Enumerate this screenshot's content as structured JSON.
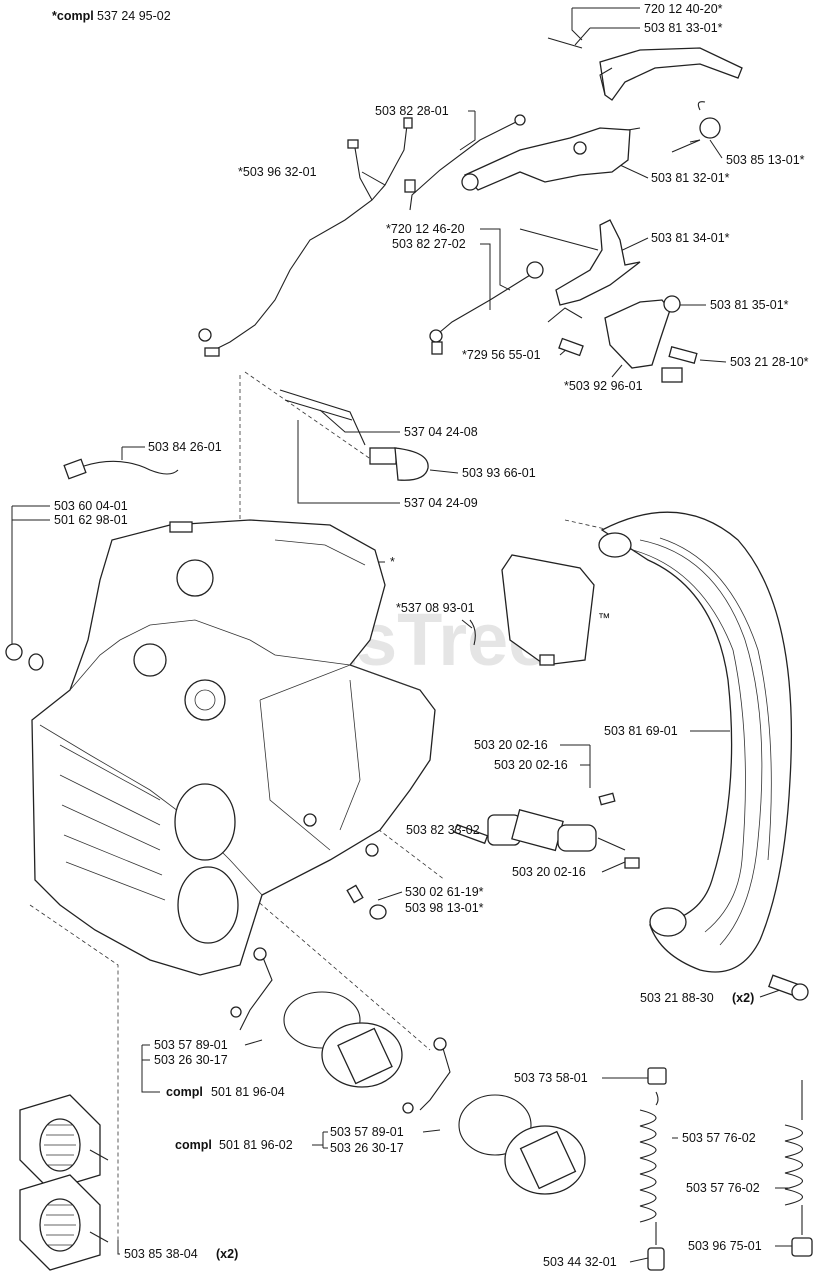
{
  "watermark": "PartsTree",
  "watermark_tm": "™",
  "labels": {
    "compl_top": "537 24 95-02",
    "compl_top_prefix": "*compl",
    "p720_12_40_20": "720 12 40-20*",
    "p503_81_33_01": "503 81 33-01*",
    "p503_82_28_01": "503 82 28-01",
    "p503_96_32_01": "*503 96 32-01",
    "p503_85_13_01": "503 85 13-01*",
    "p503_81_32_01": "503 81 32-01*",
    "p720_12_46_20": "*720 12 46-20",
    "p503_82_27_02": "503 82 27-02",
    "p503_81_34_01": "503 81 34-01*",
    "p503_81_35_01": "503 81 35-01*",
    "p729_56_55_01": "*729 56 55-01",
    "p503_21_28_10": "503 21 28-10*",
    "p503_92_96_01": "*503 92 96-01",
    "p537_04_24_08": "537 04 24-08",
    "p503_84_26_01": "503 84 26-01",
    "p503_93_66_01": "503 93 66-01",
    "p537_04_24_09": "537 04 24-09",
    "p503_60_04_01": "503 60 04-01",
    "p501_62_98_01": "501 62 98-01",
    "star": "*",
    "p537_08_93_01": "*537 08 93-01",
    "p503_81_69_01": "503 81 69-01",
    "p503_20_02_16_a": "503 20 02-16",
    "p503_20_02_16_b": "503 20 02-16",
    "p503_82_33_02": "503 82 33-02",
    "p503_20_02_16_c": "503 20 02-16",
    "p530_02_61_19": "530 02 61-19*",
    "p503_98_13_01": "503 98 13-01*",
    "p503_21_88_30": "503 21 88-30",
    "x2": "(x2)",
    "p503_57_89_01_a": "503 57 89-01",
    "p503_26_30_17_a": "503 26 30-17",
    "compl_mid_prefix": "compl",
    "compl_mid": "501 81 96-04",
    "p503_73_58_01": "503 73 58-01",
    "p503_57_89_01_b": "503 57 89-01",
    "p503_57_76_02_a": "503 57 76-02",
    "compl_low_prefix": "compl",
    "compl_low": "501 81 96-02",
    "p503_26_30_17_b": "503 26 30-17",
    "p503_57_76_02_b": "503 57 76-02",
    "p503_85_38_04": "503 85 38-04",
    "p503_44_32_01": "503 44 32-01",
    "p503_96_75_01": "503 96 75-01"
  }
}
